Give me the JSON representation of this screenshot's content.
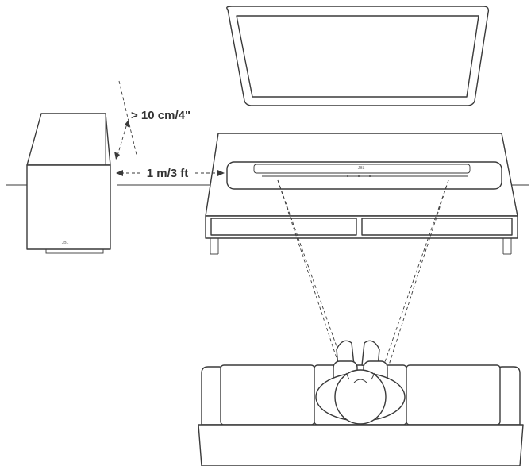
{
  "labels": {
    "clearance": "> 10 cm/4\"",
    "distance": "1 m/3 ft"
  },
  "brand_marks": {
    "subwoofer_logo": "JBL",
    "soundbar_logo": "JBL"
  },
  "colors": {
    "line": "#3a3a3a",
    "text": "#333333",
    "background": "#ffffff"
  }
}
